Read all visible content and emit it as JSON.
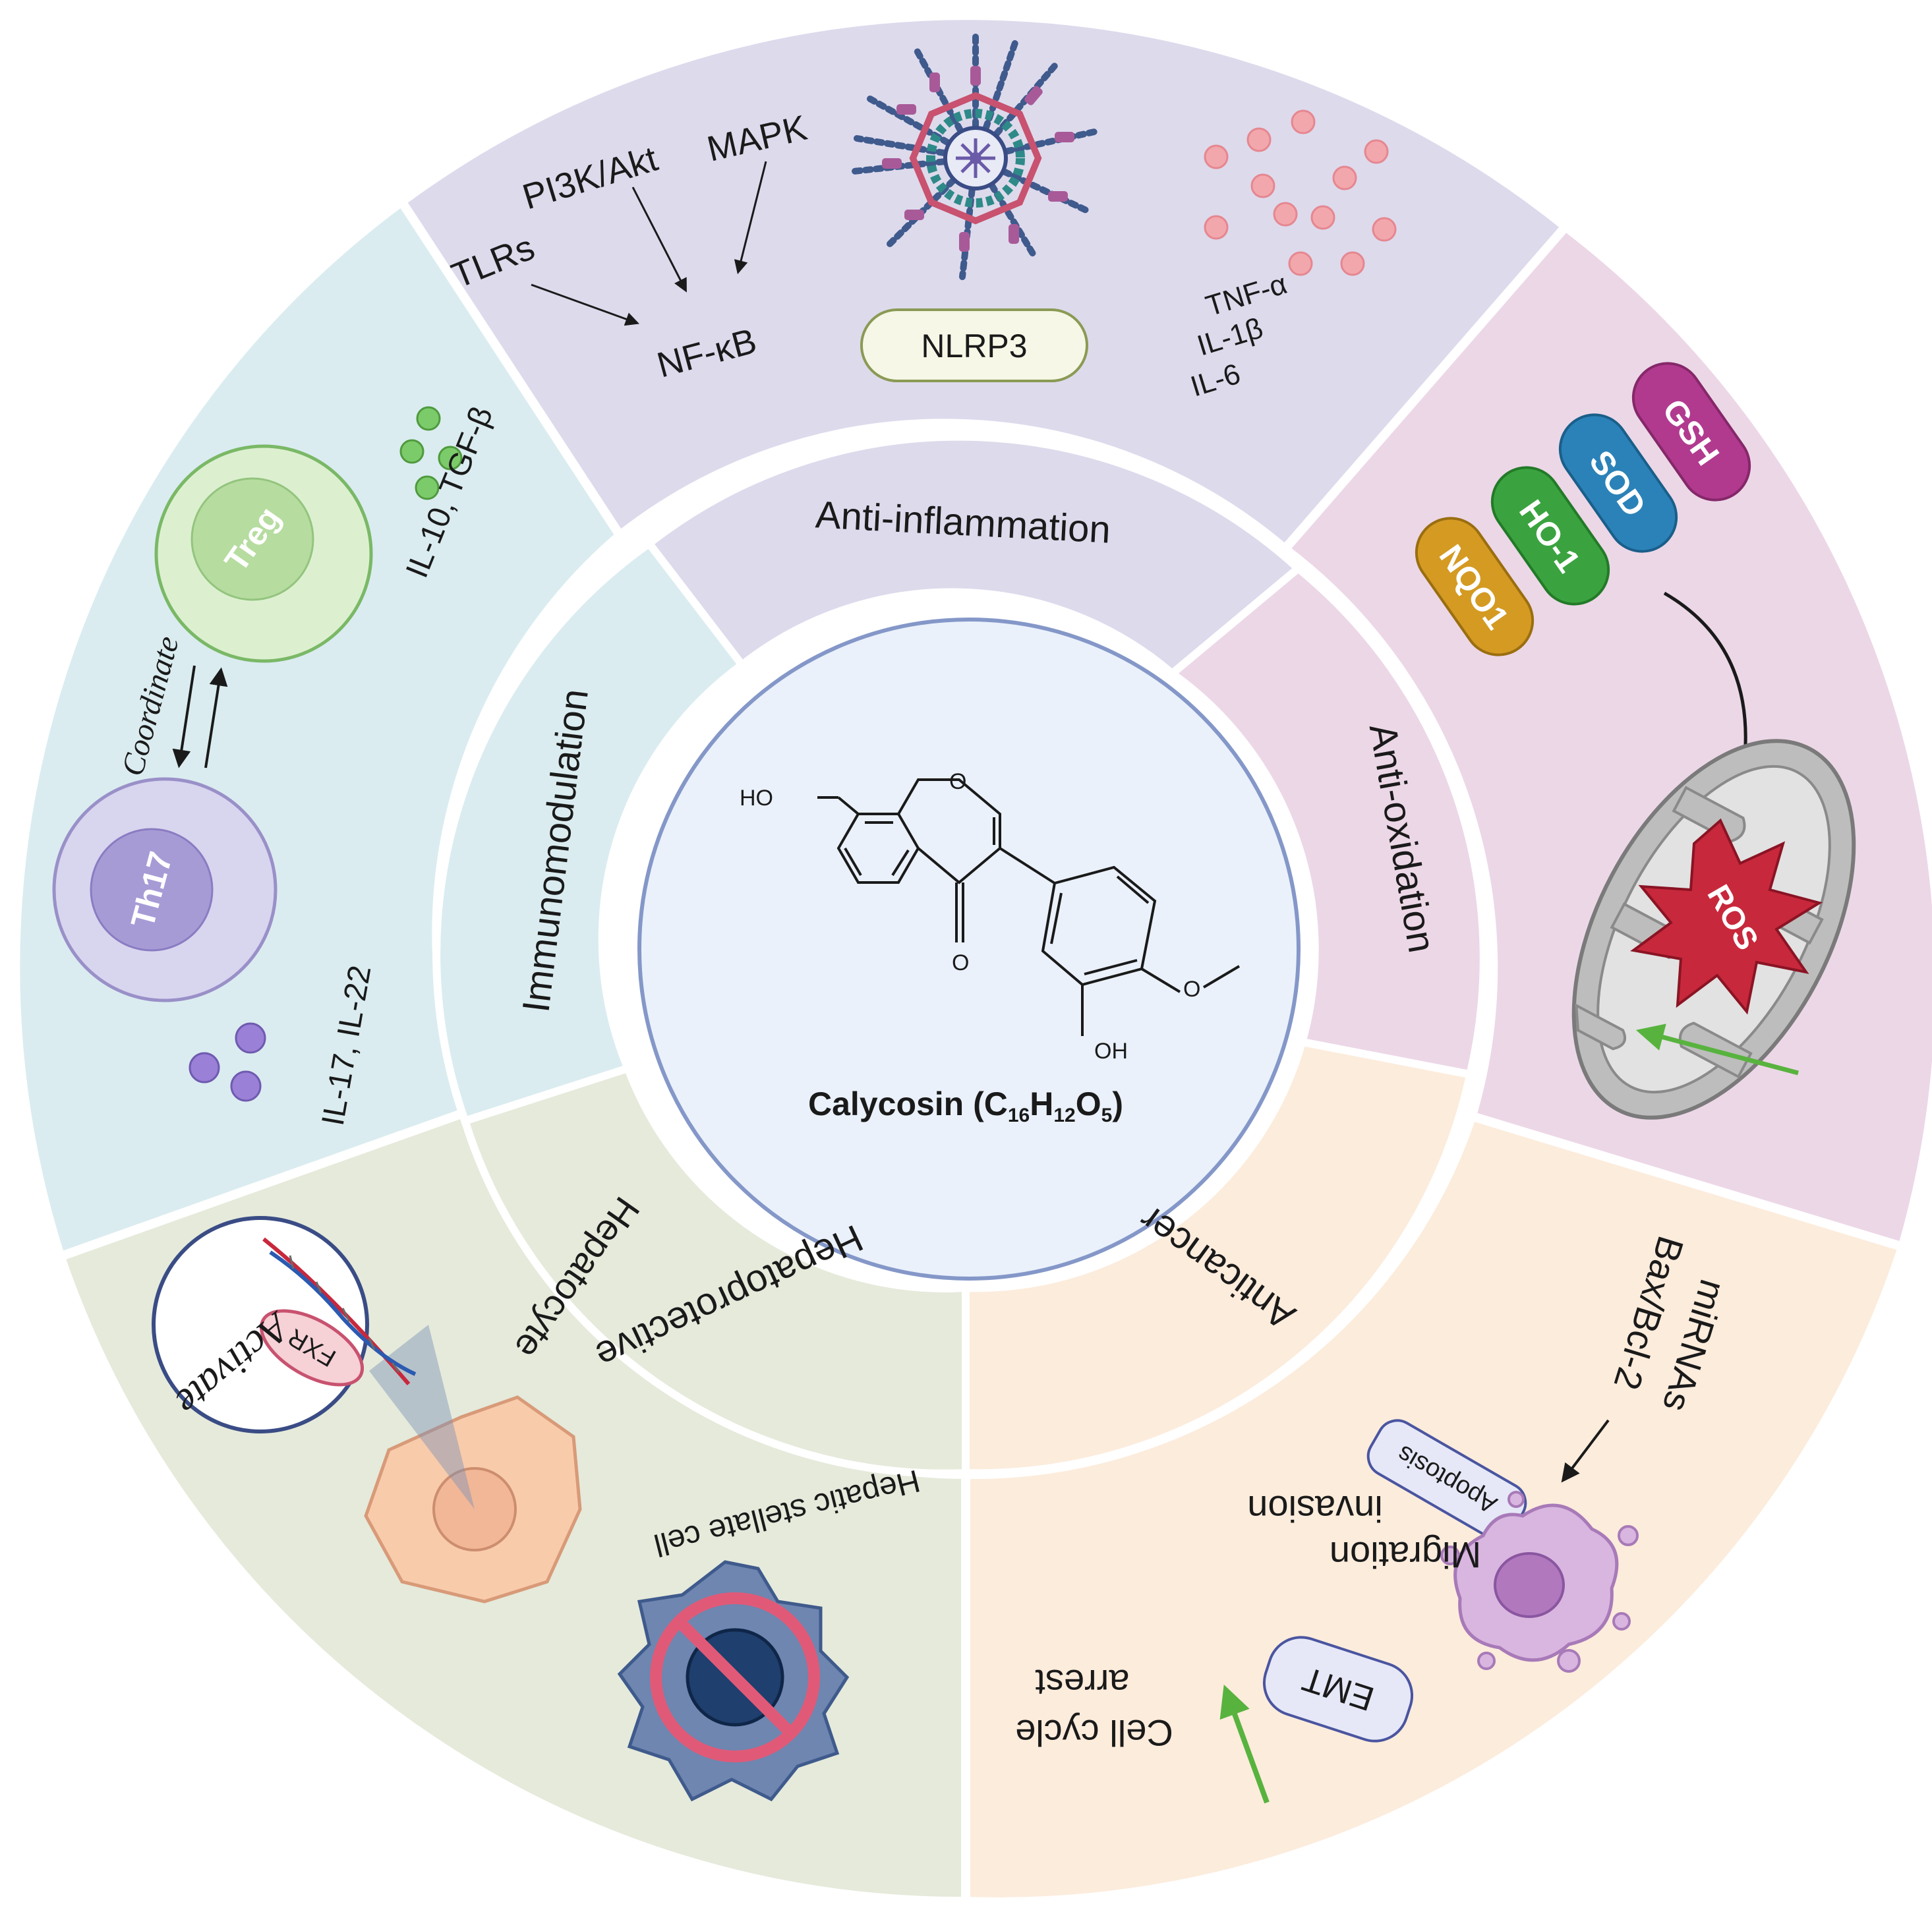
{
  "center": {
    "compound_name": "Calycosin (",
    "formula_c": "C",
    "formula_c_sub": "16",
    "formula_h": "H",
    "formula_h_sub": "12",
    "formula_o": "O",
    "formula_o_sub": "5",
    "formula_close": ")",
    "atom_ho": "HO",
    "atom_o_ring": "O",
    "atom_o_keto": "O",
    "atom_o_methoxy": "O",
    "atom_oh": "OH"
  },
  "categories": {
    "anti_inflammation": "Anti-inflammation",
    "anti_oxidation": "Anti-oxidation",
    "anticancer": "Anticancer",
    "hepatoprotective": "Hepatoprotective",
    "immunomodulation": "Immunomodulation"
  },
  "inflammation": {
    "tlrs": "TLRs",
    "pi3k": "PI3K/Akt",
    "mapk": "MAPK",
    "nfkb": "NF-κB",
    "nlrp3": "NLRP3",
    "cytokines": [
      "TNF-α",
      "IL-1β",
      "IL-6"
    ]
  },
  "oxidation": {
    "enzymes": [
      "NQO1",
      "HO-1",
      "SOD",
      "GSH"
    ],
    "ros": "ROS"
  },
  "anticancer": {
    "mirnas": "miRNAs",
    "bax": "Bax/Bcl-2",
    "apoptosis": "Apoptosis",
    "migration": "Migration",
    "invasion": "invasion",
    "emt": "EMT",
    "cell_cycle": "Cell cycle",
    "arrest": "arrest"
  },
  "hepato": {
    "hepatocyte": "Hepatocyte",
    "stellate": "Hepatic stellate cell",
    "activate": "Activate",
    "fxr": "FXR"
  },
  "immuno": {
    "treg": "Treg",
    "th17": "Th17",
    "coordinate": "Coordinate",
    "il10": "IL-10, TGF-β",
    "il17": "IL-17, IL-22"
  },
  "colors": {
    "inflammation": "#dddaec",
    "oxidation": "#ecd7e7",
    "anticancer": "#fcecdc",
    "hepato": "#e5eadb",
    "immuno": "#daecf0",
    "center": "#eaf1fb",
    "nqo1": "#d49a22",
    "ho1": "#3aa33f",
    "sod": "#2b82b8",
    "gsh": "#b13a8f",
    "ros": "#c8283c"
  }
}
